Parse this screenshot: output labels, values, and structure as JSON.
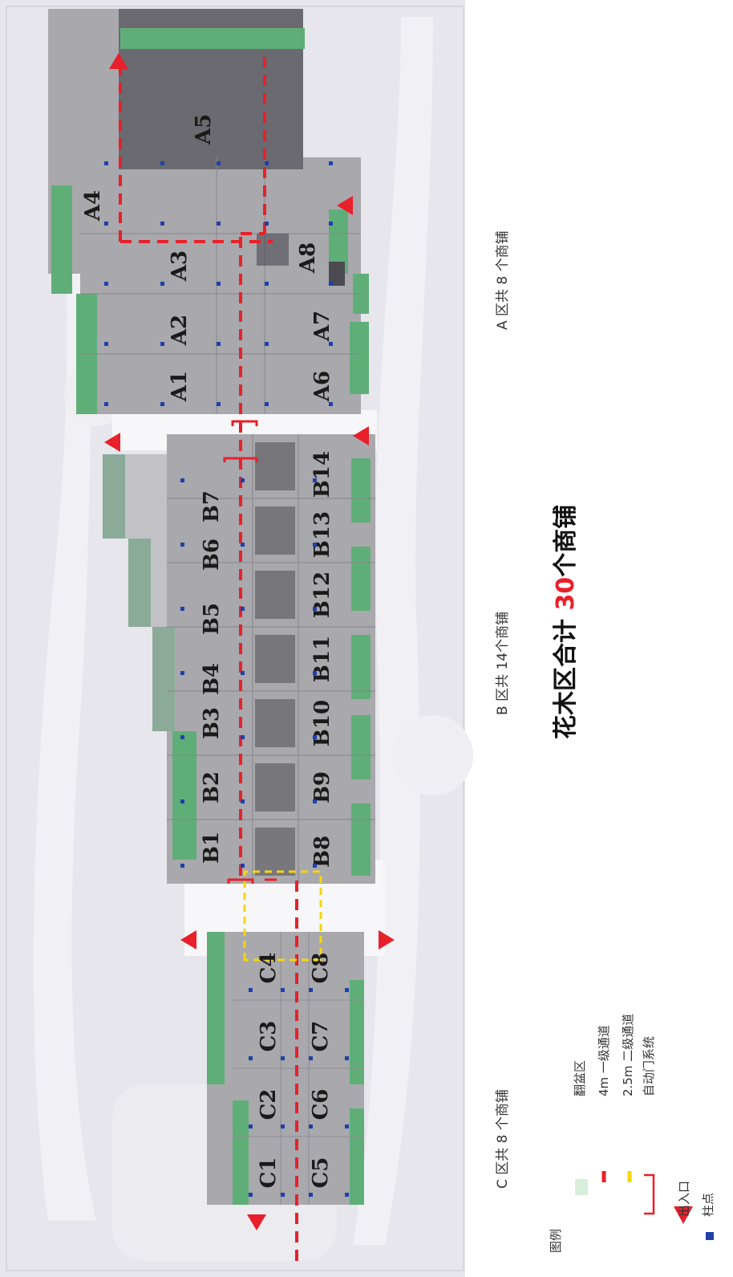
{
  "zones": {
    "a": {
      "summary": "A 区共 8 个商铺",
      "shops": [
        "A1",
        "A2",
        "A3",
        "A4",
        "A5",
        "A6",
        "A7",
        "A8"
      ]
    },
    "b": {
      "summary": "B 区共 14个商铺",
      "shops": [
        "B1",
        "B2",
        "B3",
        "B4",
        "B5",
        "B6",
        "B7",
        "B8",
        "B9",
        "B10",
        "B11",
        "B12",
        "B13",
        "B14"
      ]
    },
    "c": {
      "summary": "C 区共 8 个商铺",
      "shops": [
        "C1",
        "C2",
        "C3",
        "C4",
        "C5",
        "C6",
        "C7",
        "C8"
      ]
    }
  },
  "total": {
    "prefix": "花木区合计 ",
    "count": "30",
    "suffix": "个商铺"
  },
  "legend": {
    "title": "图例",
    "items": [
      {
        "symbol": "green-box",
        "label": "翻盆区"
      },
      {
        "symbol": "red-dash",
        "label": "4m 一级通道"
      },
      {
        "symbol": "yellow-dash",
        "label": "2.5m 二级通道"
      },
      {
        "symbol": "red-bracket",
        "label": "自动门系统"
      },
      {
        "symbol": "red-triangle",
        "label": "出入口"
      },
      {
        "symbol": "blue-square",
        "label": "柱点"
      }
    ]
  },
  "colors": {
    "green": "#5fae78",
    "green_light": "#d8eedd",
    "red": "#e8202a",
    "yellow": "#f5d60a",
    "blue": "#2040a8",
    "shop_fill": "#a8a8ad",
    "ground": "#e4e4ea"
  }
}
